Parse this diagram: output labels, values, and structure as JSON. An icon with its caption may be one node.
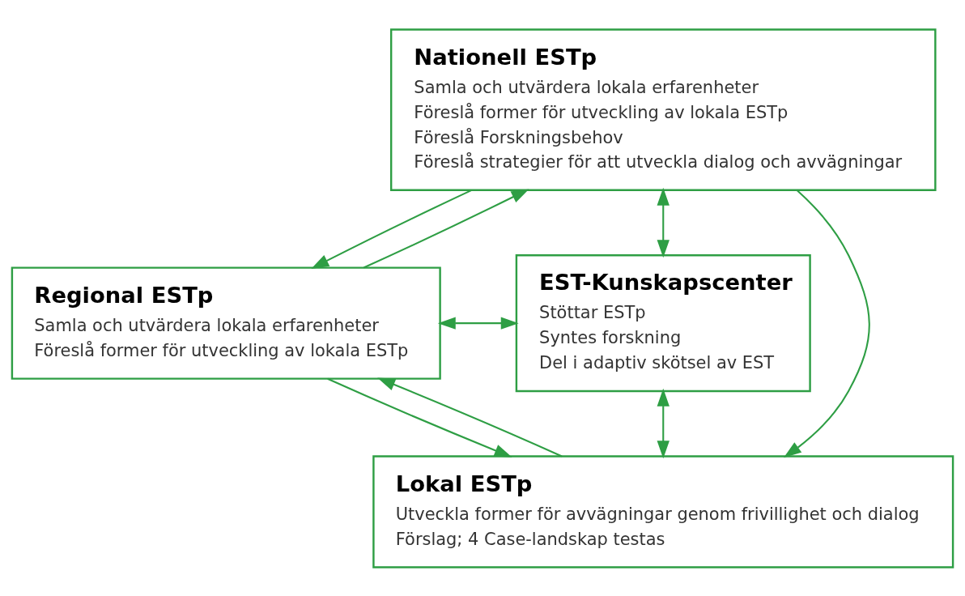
{
  "diagram": {
    "nodes": [
      {
        "text": [
          "Nationell ESTp",
          "Samla och utvärdera lokala erfarenheter",
          "Föreslå former för utveckling av lokala ESTp",
          "Föreslå Forskningsbehov",
          "Föreslå strategier för att utveckla dialog och avvägningar"
        ]
      },
      {
        "text": [
          "Regional ESTp",
          "Samla och utvärdera lokala erfarenheter",
          "Föreslå former för utveckling av lokala ESTp"
        ]
      },
      {
        "text": [
          "EST-Kunskapscenter",
          "Stöttar ESTp",
          "Syntes forskning",
          "Del i adaptiv skötsel av EST"
        ]
      },
      {
        "text": [
          "Lokal ESTp",
          "Utveckla former för avvägningar genom frivillighet och dialog",
          "Förslag; 4 Case-landskap testas"
        ]
      }
    ],
    "edges": [
      {
        "from": 1,
        "to": 0,
        "arrow": "to"
      },
      {
        "from": 0,
        "to": 1,
        "arrow": "to"
      },
      {
        "from": 3,
        "to": 1,
        "arrow": "to"
      },
      {
        "from": 1,
        "to": 3,
        "arrow": "to"
      },
      {
        "from": 0,
        "to": 3,
        "arrow": "to"
      },
      {
        "from": 0,
        "to": 2,
        "arrow": "both"
      },
      {
        "from": 1,
        "to": 2,
        "arrow": "both"
      },
      {
        "from": 3,
        "to": 2,
        "arrow": "both"
      }
    ]
  }
}
